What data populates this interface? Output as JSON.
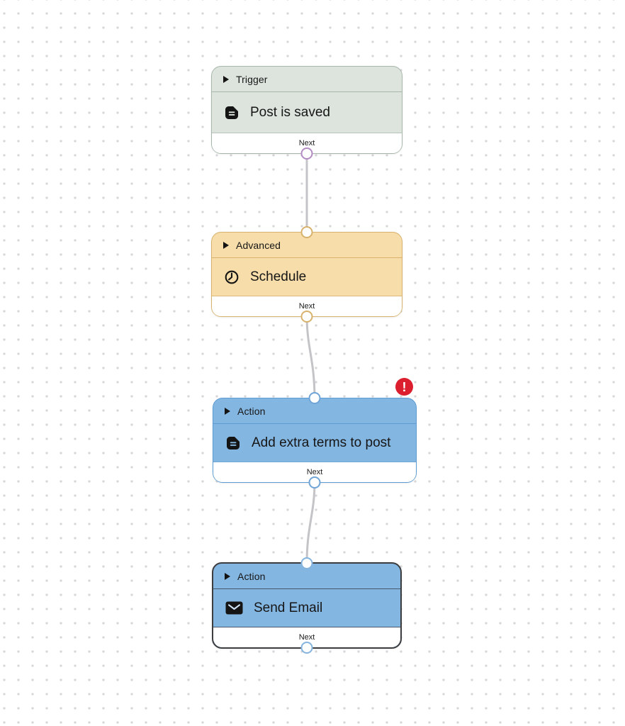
{
  "workflow": {
    "edge_color": "#c4c3c7",
    "nodes": [
      {
        "category": "Trigger",
        "title": "Post is saved",
        "icon": "document-icon",
        "footer": "Next",
        "has_error": false,
        "selected": false,
        "colors": {
          "background": "#dce4dd",
          "border": "#a8b7aa",
          "output_port": "#b48cc4"
        }
      },
      {
        "category": "Advanced",
        "title": "Schedule",
        "icon": "clock-icon",
        "footer": "Next",
        "has_error": false,
        "selected": false,
        "colors": {
          "background": "#f6dda9",
          "border": "#d8b26c",
          "output_port": "#d8b26c"
        }
      },
      {
        "category": "Action",
        "title": "Add extra terms to post",
        "icon": "document-icon",
        "footer": "Next",
        "has_error": true,
        "error_badge": "!",
        "error_badge_color": "#dc1f2e",
        "selected": false,
        "colors": {
          "background": "#84b6e2",
          "border": "#5d9cd2",
          "output_port": "#70a5d6"
        }
      },
      {
        "category": "Action",
        "title": "Send Email",
        "icon": "envelope-icon",
        "footer": "Next",
        "has_error": false,
        "selected": true,
        "colors": {
          "background": "#84b6e2",
          "border": "#3d3d3f",
          "output_port": "#85b4de"
        }
      }
    ]
  }
}
